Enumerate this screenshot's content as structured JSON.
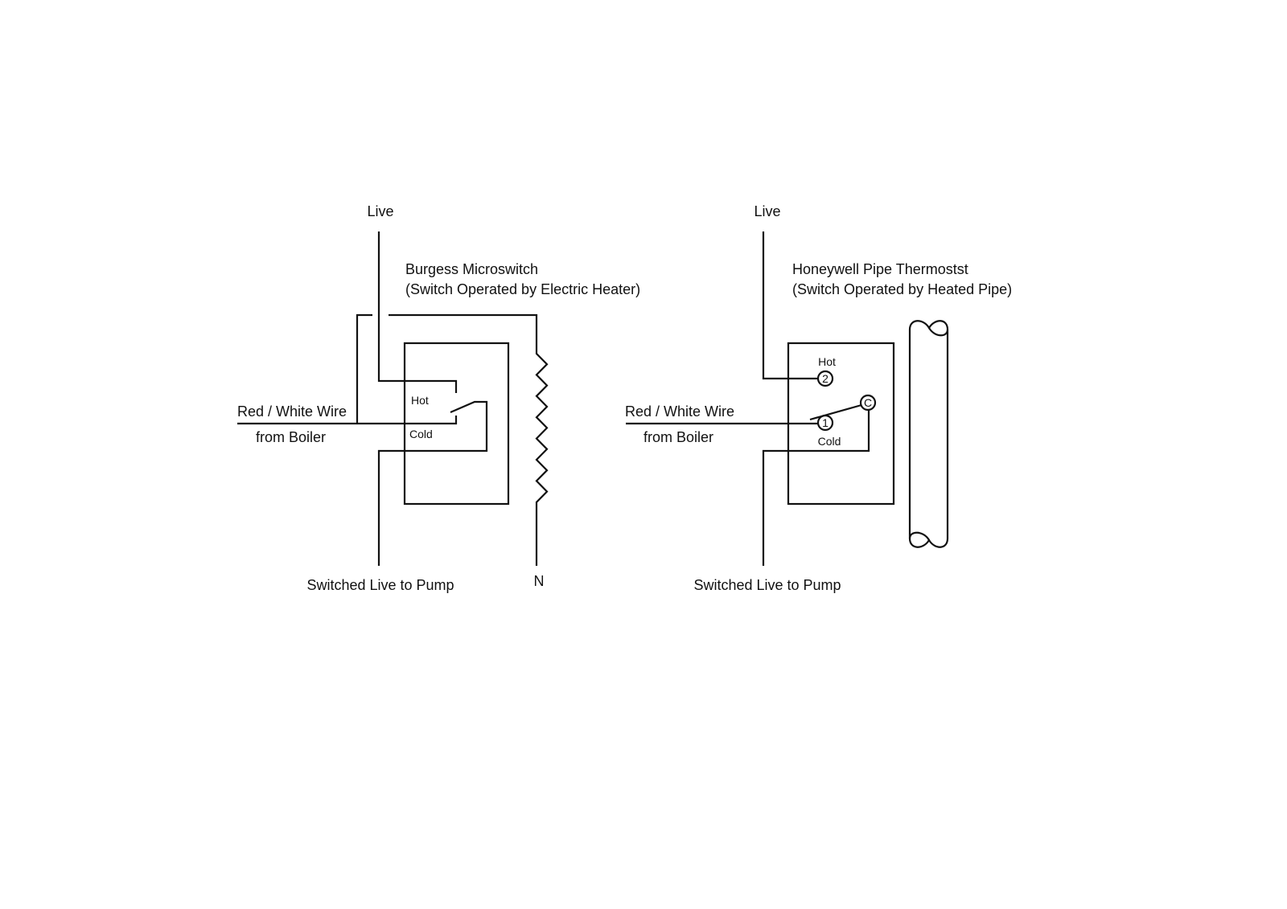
{
  "left_diagram": {
    "live_label": "Live",
    "title_line1": "Burgess Microswitch",
    "title_line2": "(Switch Operated by Electric Heater)",
    "input_label_line1": "Red / White Wire",
    "input_label_line2": "from Boiler",
    "hot_label": "Hot",
    "cold_label": "Cold",
    "output_label": "Switched Live to Pump",
    "neutral_label": "N"
  },
  "right_diagram": {
    "live_label": "Live",
    "title_line1": "Honeywell Pipe Thermostst",
    "title_line2": "(Switch Operated by Heated Pipe)",
    "input_label_line1": "Red / White Wire",
    "input_label_line2": "from Boiler",
    "hot_label": "Hot",
    "cold_label": "Cold",
    "terminal_hot": "2",
    "terminal_cold": "1",
    "terminal_common": "C",
    "output_label": "Switched Live to Pump"
  },
  "colors": {
    "line": "#111111",
    "background": "#ffffff"
  }
}
